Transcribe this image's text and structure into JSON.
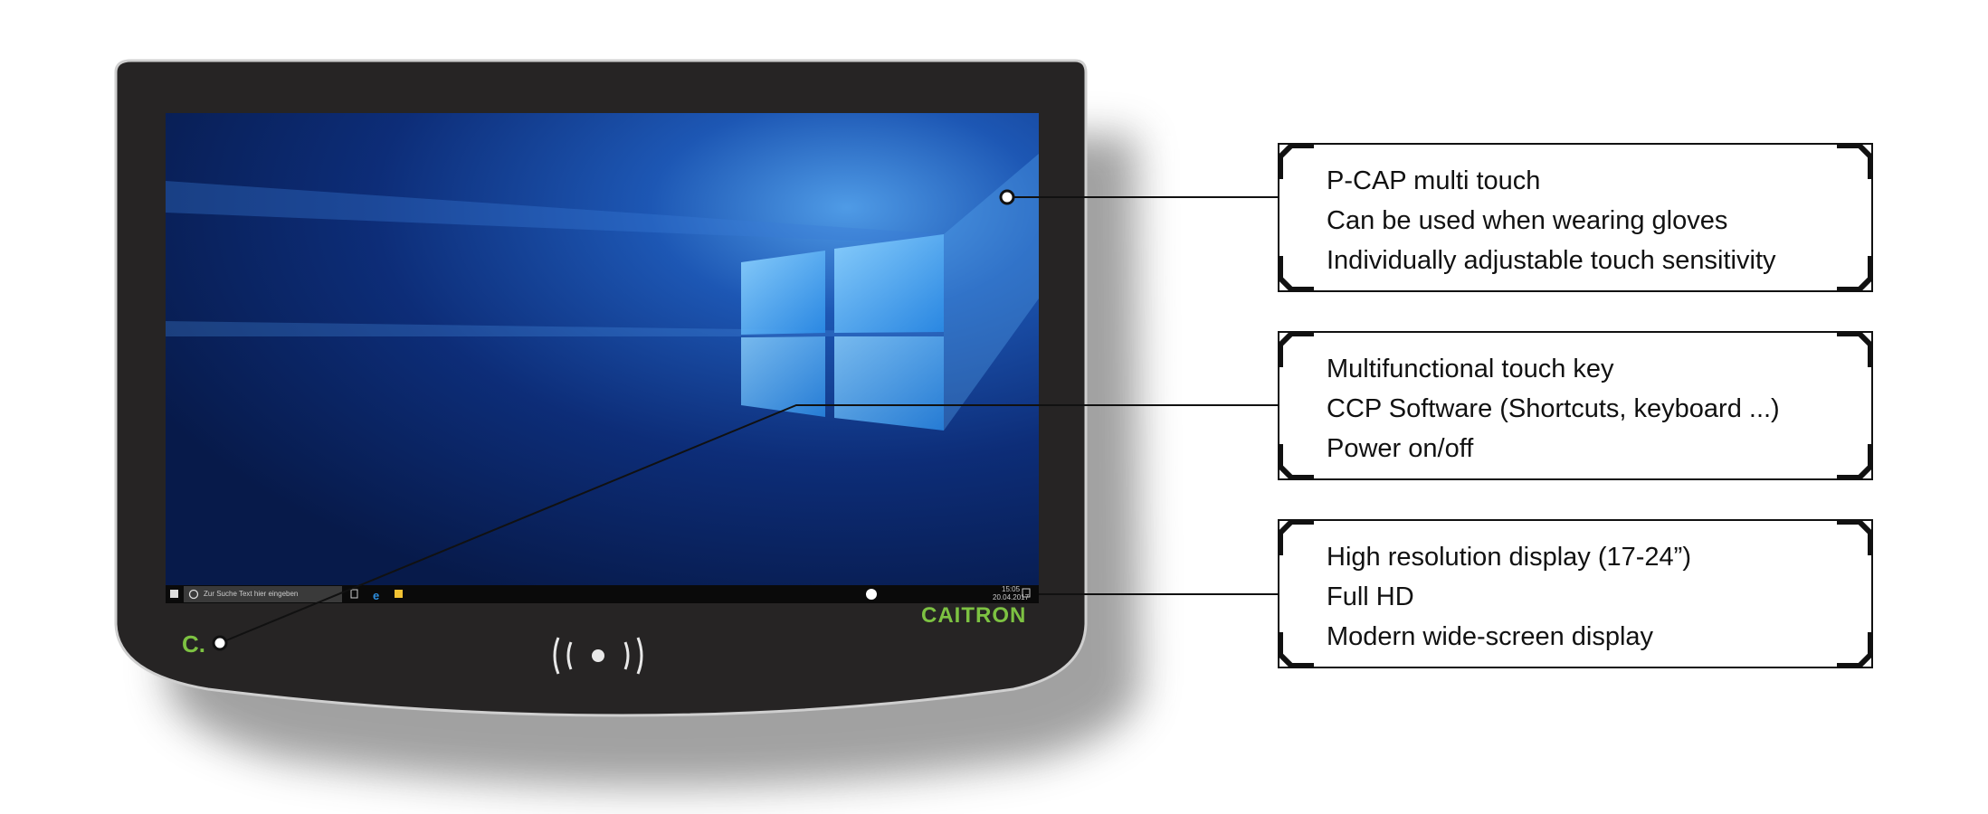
{
  "device": {
    "brand": "CAITRON",
    "touch_key_logo": "C.",
    "rfid_icon": "rfid-reader-icon"
  },
  "taskbar": {
    "search_placeholder": "Zur Suche Text hier eingeben",
    "time": "15:05",
    "date": "20.04.2017"
  },
  "callouts": [
    {
      "lines": [
        "P-CAP multi touch",
        "Can be used when wearing gloves",
        "Individually adjustable touch sensitivity"
      ]
    },
    {
      "lines": [
        "Multifunctional touch key",
        "CCP Software (Shortcuts, keyboard ...)",
        "Power on/off"
      ]
    },
    {
      "lines": [
        "High resolution display (17-24”)",
        "Full HD",
        "Modern wide-screen display"
      ]
    }
  ],
  "colors": {
    "brand_green": "#7dc242",
    "bezel": "#262424",
    "wallpaper": "#0c2a6a"
  }
}
